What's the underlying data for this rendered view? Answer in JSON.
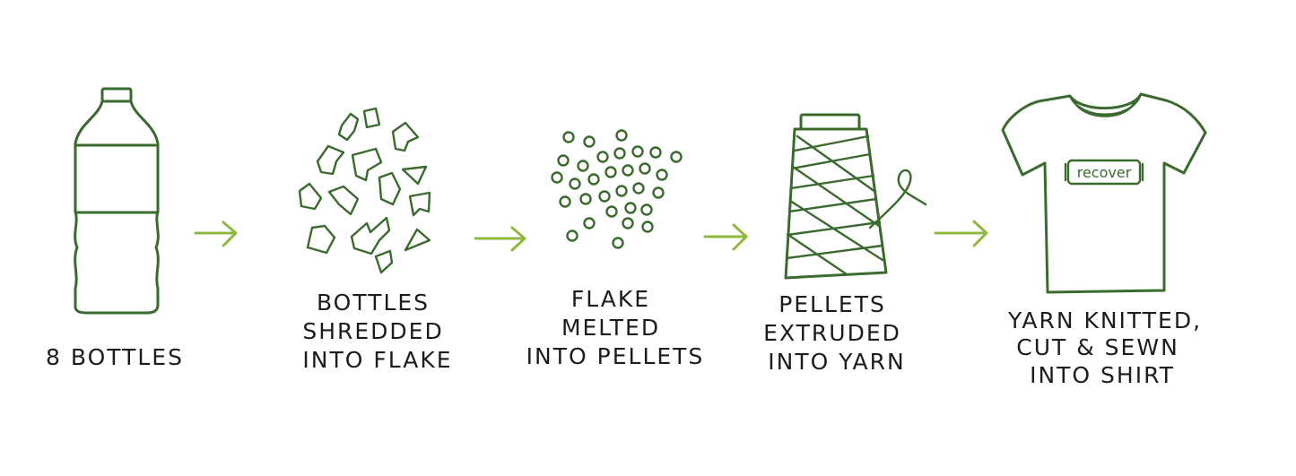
{
  "steps": [
    {
      "icon": "bottle-icon",
      "label": [
        "8 BOTTLES"
      ]
    },
    {
      "icon": "flakes-icon",
      "label": [
        "BOTTLES",
        "SHREDDED",
        "INTO FLAKE"
      ]
    },
    {
      "icon": "pellets-icon",
      "label": [
        "FLAKE",
        "MELTED",
        "INTO PELLETS"
      ]
    },
    {
      "icon": "yarn-spool-icon",
      "label": [
        "PELLETS",
        "EXTRUDED",
        "INTO YARN"
      ]
    },
    {
      "icon": "tshirt-icon",
      "label": [
        "YARN KNITTED,",
        "CUT & SEWN",
        "INTO SHIRT"
      ]
    }
  ],
  "shirt_logo": "recover",
  "colors": {
    "ink": "#3b6a2e",
    "arrow": "#8fb83e",
    "text": "#1c1c1c"
  }
}
